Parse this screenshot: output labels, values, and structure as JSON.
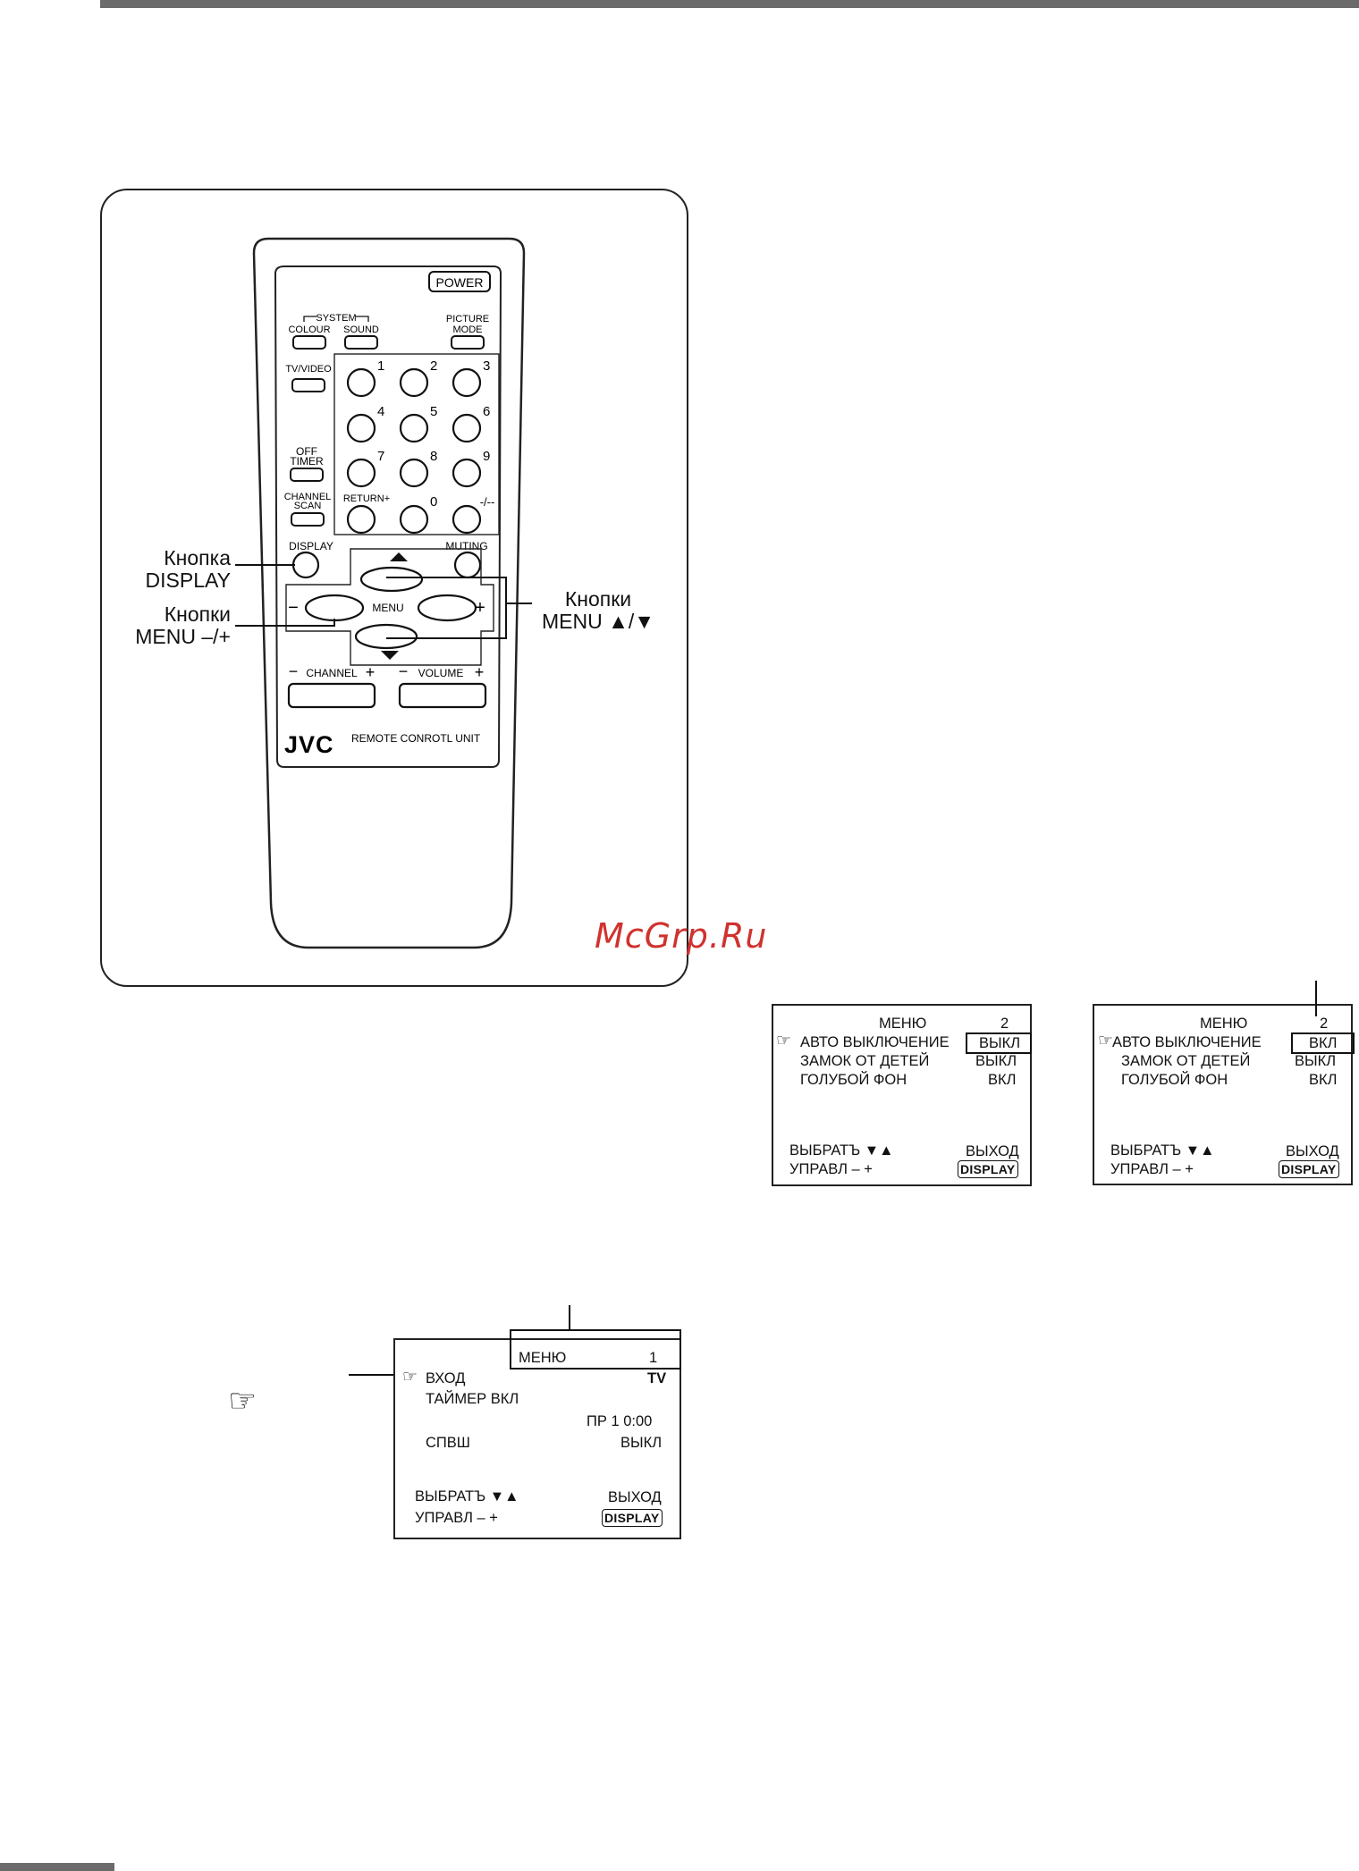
{
  "page": {
    "watermark": "McGrp.Ru"
  },
  "remote": {
    "power": "POWER",
    "system": "SYSTEM",
    "colour": "COLOUR",
    "sound": "SOUND",
    "picture": "PICTURE",
    "mode": "MODE",
    "tv_video": "TV/VIDEO",
    "off": "OFF",
    "timer": "TIMER",
    "channel": "CHANNEL",
    "scan": "SCAN",
    "return_plus": "RETURN+",
    "dash": "-/--",
    "digits": [
      "1",
      "2",
      "3",
      "4",
      "5",
      "6",
      "7",
      "8",
      "9",
      "0"
    ],
    "display": "DISPLAY",
    "muting": "MUTING",
    "menu": "MENU",
    "minus": "−",
    "plus": "+",
    "channel_label": "CHANNEL",
    "volume_label": "VOLUME",
    "brand": "JVC",
    "unit": "REMOTE  CONROTL  UNIT"
  },
  "callouts": {
    "display_1": "Кнопка",
    "display_2": "DISPLAY",
    "menu_pm_1": "Кнопки",
    "menu_pm_2": "MENU –/+",
    "menu_ud_1": "Кнопки",
    "menu_ud_2": "MENU ▲/▼"
  },
  "menu2_off": {
    "title": "МЕНЮ",
    "page": "2",
    "rows": [
      {
        "label": "АВТО ВЫКЛЮЧЕНИЕ",
        "value": "ВЫКЛ"
      },
      {
        "label": "ЗАМОК ОТ ДЕТЕЙ",
        "value": "ВЫКЛ"
      },
      {
        "label": "ГОЛУБОЙ ФОН",
        "value": "ВКЛ"
      }
    ],
    "select": "ВЫБРАТЪ ▼▲",
    "exit": "ВЫХОД",
    "control": "УПРАВЛ   – +",
    "display": "DISPLAY"
  },
  "menu2_on": {
    "title": "МЕНЮ",
    "page": "2",
    "rows": [
      {
        "label": "АВТО ВЫКЛЮЧЕНИЕ",
        "value": "ВКЛ"
      },
      {
        "label": "ЗАМОК ОТ ДЕТЕЙ",
        "value": "ВЫКЛ"
      },
      {
        "label": "ГОЛУБОЙ ФОН",
        "value": "ВКЛ"
      }
    ],
    "select": "ВЫБРАТЪ ▼▲",
    "exit": "ВЫХОД",
    "control": "УПРАВЛ    – +",
    "display": "DISPLAY"
  },
  "menu1": {
    "title": "МЕНЮ",
    "page": "1",
    "input_label": "ВХОД",
    "input_value": "TV",
    "timer_label": "ТАЙМЕР ВКЛ",
    "timer_value": "ПР 1   0:00",
    "svsh_label": "СПВШ",
    "svsh_value": "ВЫКЛ",
    "select": "ВЫБРАТЪ ▼▲",
    "exit": "ВЫХОД",
    "control": "УПРАВЛ    – +",
    "display": "DISPLAY"
  },
  "icons": {
    "pointer": "pointing-hand-icon",
    "up": "triangle-up-icon",
    "down": "triangle-down-icon"
  }
}
